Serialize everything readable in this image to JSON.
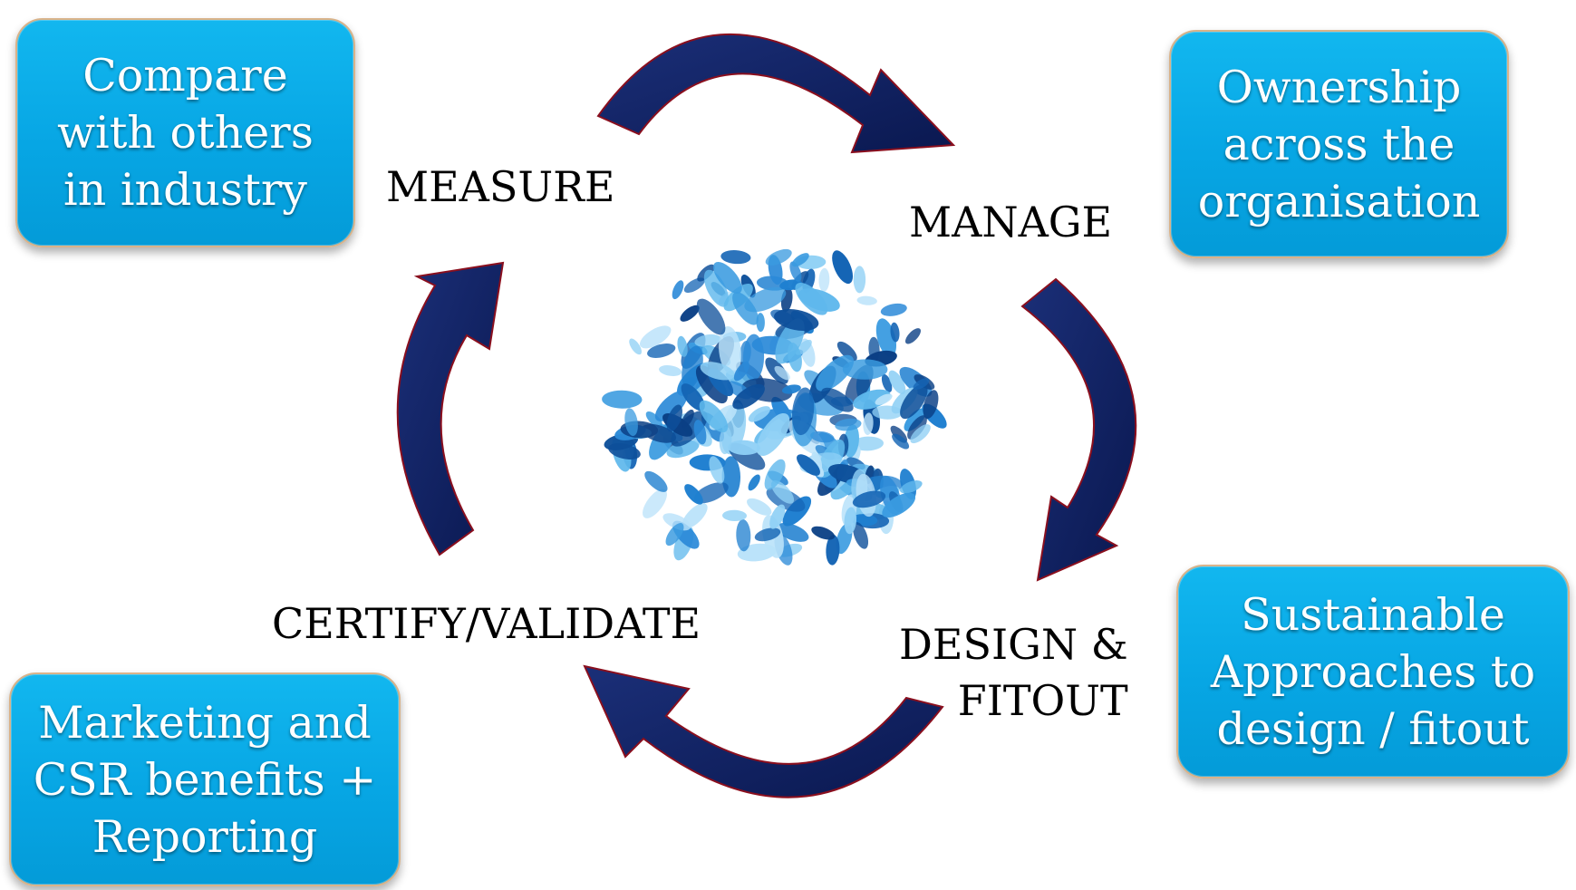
{
  "stages": {
    "measure": "MEASURE",
    "manage": "MANAGE",
    "design": "DESIGN &\nFITOUT",
    "certify": "CERTIFY/VALIDATE"
  },
  "boxes": {
    "top_left": "Compare\nwith others\nin industry",
    "top_right": "Ownership\nacross the\norganisation",
    "bottom_right": "Sustainable\nApproaches to\ndesign / fitout",
    "bottom_left": "Marketing and\nCSR benefits +\nReporting"
  },
  "colors": {
    "arrow": "#0d1f5c",
    "box_fill": "#0aaae6",
    "box_border": "#d9b38a",
    "globe_dark": "#1a5fa8",
    "globe_light": "#5fb8ec"
  },
  "icons": {
    "center": "leaf-globe-icon"
  }
}
